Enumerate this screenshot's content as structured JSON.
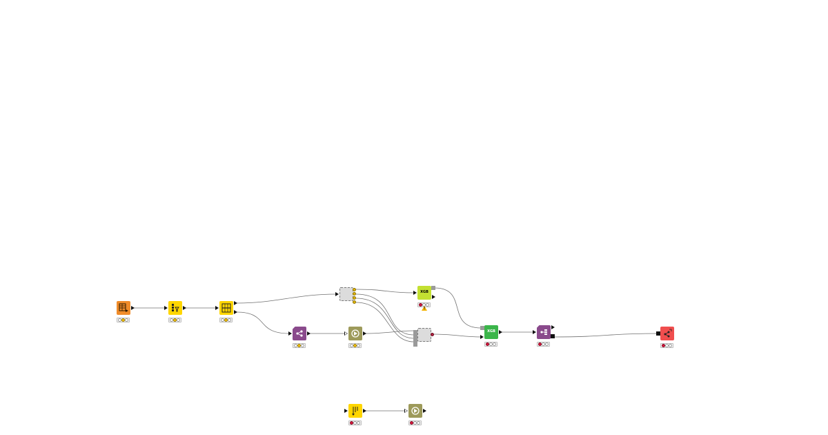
{
  "workflow": {
    "nodes": [
      {
        "id": "csv-reader",
        "type": "reader",
        "color": "#f08c2a",
        "glyph": "table-reader-icon",
        "label": "",
        "status": [
          "off",
          "yellow",
          "off"
        ]
      },
      {
        "id": "column-filter",
        "type": "manipulator",
        "color": "#ffd600",
        "glyph": "column-filter-icon",
        "label": "",
        "status": [
          "off",
          "yellow",
          "off"
        ]
      },
      {
        "id": "partitioning",
        "type": "manipulator",
        "color": "#ffd600",
        "glyph": "partitioning-icon",
        "label": "",
        "status": [
          "off",
          "yellow",
          "off"
        ]
      },
      {
        "id": "component-top",
        "type": "component",
        "color": "#dcdcdc",
        "glyph": "component-icon",
        "label": "",
        "status": []
      },
      {
        "id": "xgb-learner",
        "type": "learner",
        "color": "#c3e032",
        "glyph": "",
        "label": "XGB",
        "status": [
          "red",
          "off",
          "off"
        ],
        "warning": true
      },
      {
        "id": "predictor-a",
        "type": "predictor",
        "color": "#8a4a8c",
        "glyph": "predictor-icon",
        "label": "",
        "status": [
          "off",
          "yellow",
          "off"
        ]
      },
      {
        "id": "scorer-a",
        "type": "other",
        "color": "#9d9a5a",
        "glyph": "scorer-icon",
        "label": "",
        "status": [
          "off",
          "yellow",
          "off"
        ]
      },
      {
        "id": "component-mid",
        "type": "component",
        "color": "#dcdcdc",
        "glyph": "component-icon",
        "label": "",
        "status": []
      },
      {
        "id": "xgb-predictor",
        "type": "predictor-green",
        "color": "#3bb54a",
        "glyph": "",
        "label": "XGB",
        "status": [
          "red",
          "off",
          "off"
        ]
      },
      {
        "id": "predictor-b",
        "type": "predictor",
        "color": "#8a4a8c",
        "glyph": "predictor-icon",
        "label": "",
        "status": [
          "red",
          "off",
          "off"
        ]
      },
      {
        "id": "model-writer",
        "type": "writer",
        "color": "#f04e4e",
        "glyph": "model-writer-icon",
        "label": "",
        "status": [
          "red",
          "off",
          "off"
        ]
      },
      {
        "id": "table-manipulator",
        "type": "manipulator",
        "color": "#ffd600",
        "glyph": "sorter-icon",
        "label": "",
        "status": [
          "red",
          "off",
          "off"
        ]
      },
      {
        "id": "scorer-b",
        "type": "other",
        "color": "#9d9a5a",
        "glyph": "scorer-icon",
        "label": "",
        "status": [
          "red",
          "off",
          "off"
        ]
      }
    ]
  },
  "colors": {
    "edge": "#6f6f6f",
    "canvas": "#ffffff"
  }
}
